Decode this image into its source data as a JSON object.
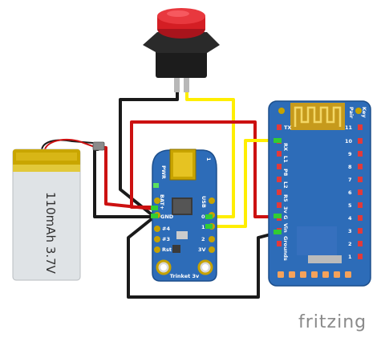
{
  "battery": {
    "label": "110mAh 3.7V"
  },
  "trinket": {
    "name": "Trinket 3v",
    "top_label": "PWR",
    "top_right": "1",
    "left_pins": [
      "BAT+",
      "GND",
      "#4",
      "#3",
      "Rst"
    ],
    "right_pins": [
      "USB",
      "0",
      "1",
      "2",
      "3V"
    ]
  },
  "bluefruit": {
    "key_label": "Key",
    "pair_label": "Pair",
    "left_pins": [
      "TX",
      "RX",
      "L1",
      "P8",
      "L2",
      "R5",
      "3v",
      "G",
      "Vin",
      "Grounds"
    ],
    "right_pins": [
      "11",
      "10",
      "9",
      "8",
      "7",
      "6",
      "5",
      "4",
      "3",
      "2",
      "1"
    ]
  },
  "brand": {
    "text": "fritzing"
  },
  "colors": {
    "red_wire": "#cc1111",
    "black_wire": "#1a1a1a",
    "yellow_wire": "#ffee00",
    "board_blue": "#2d6cb8"
  }
}
